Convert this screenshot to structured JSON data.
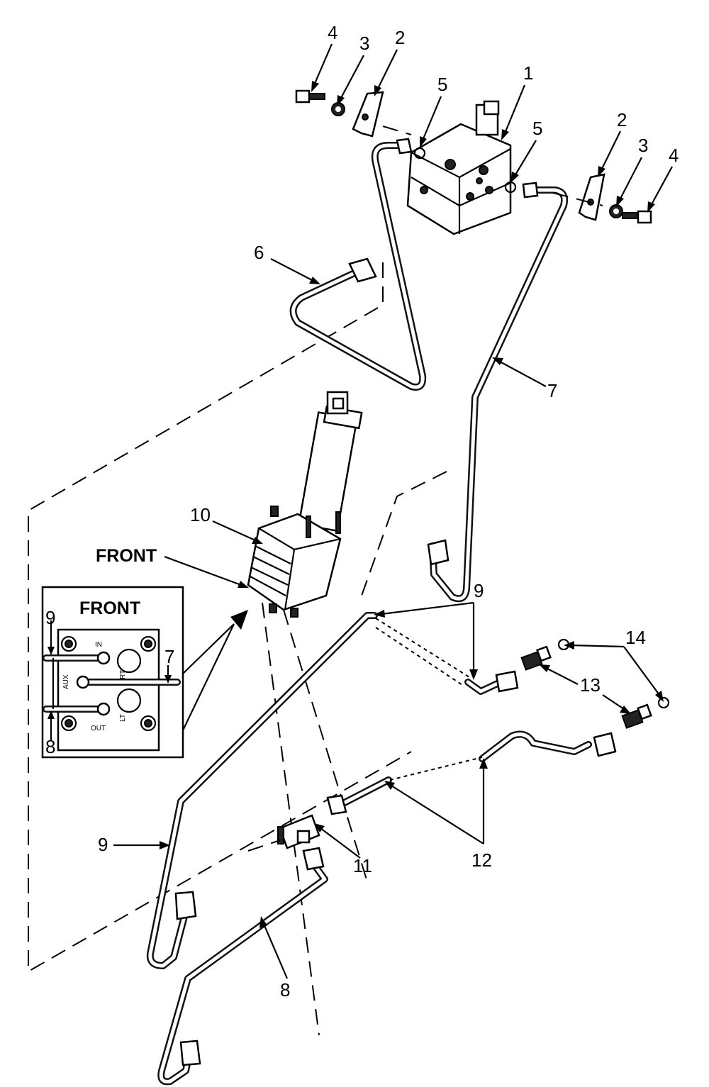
{
  "callouts": {
    "c1": "1",
    "c2a": "2",
    "c2b": "2",
    "c3a": "3",
    "c3b": "3",
    "c4a": "4",
    "c4b": "4",
    "c5a": "5",
    "c5b": "5",
    "c6": "6",
    "c7": "7",
    "c8": "8",
    "c9a": "9",
    "c9b": "9",
    "c10": "10",
    "c11": "11",
    "c12": "12",
    "c13": "13",
    "c14": "14"
  },
  "labels": {
    "front_main": "FRONT",
    "inset_title": "FRONT",
    "inset_9": "9",
    "inset_7": "7",
    "inset_8": "8",
    "port_in": "IN",
    "port_out": "OUT",
    "port_aux": "AUX",
    "port_rt": "RT",
    "port_lt": "LT"
  }
}
